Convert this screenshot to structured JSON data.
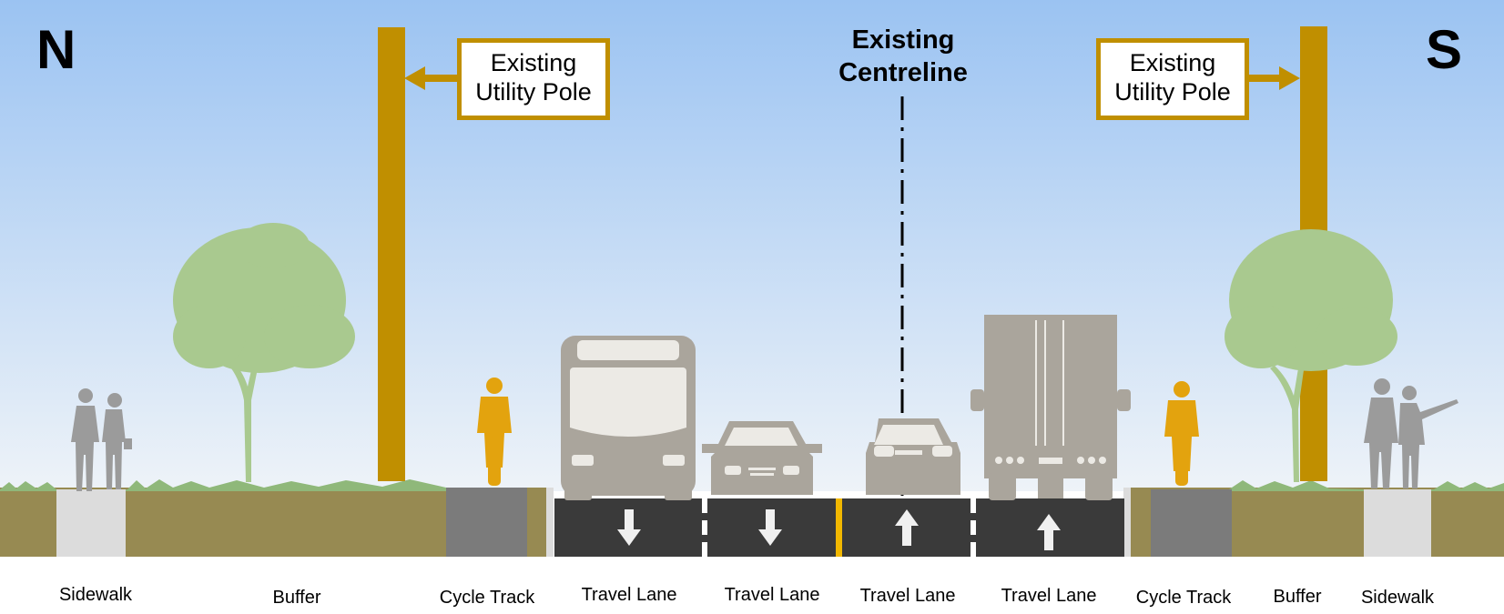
{
  "directions": {
    "north": "N",
    "south": "S"
  },
  "callouts": {
    "left_pole": [
      "Existing",
      "Utility Pole"
    ],
    "right_pole": [
      "Existing",
      "Utility Pole"
    ],
    "centreline": [
      "Existing",
      "Centreline"
    ]
  },
  "segments": [
    {
      "label": "Sidewalk"
    },
    {
      "label": "Buffer"
    },
    {
      "label": "Cycle Track"
    },
    {
      "label": "Travel Lane",
      "direction": "down"
    },
    {
      "label": "Travel Lane",
      "direction": "down"
    },
    {
      "label": "Travel Lane",
      "direction": "up"
    },
    {
      "label": "Travel Lane",
      "direction": "up"
    },
    {
      "label": "Cycle Track"
    },
    {
      "label": "Buffer"
    },
    {
      "label": "Sidewalk"
    }
  ],
  "colors": {
    "sky_top": "#9bc3f2",
    "sky_bottom": "#eef3f8",
    "ground": "#978a52",
    "grass": "#8fb87a",
    "sidewalk": "#dcdcdc",
    "cycle_track": "#7b7b7b",
    "asphalt": "#3a3a3a",
    "yellow_line": "#f2b800",
    "pole": "#c08f00",
    "vehicle": "#aaa59c",
    "cyclist": "#e3a30e",
    "tree": "#a9c98f",
    "pedestrian": "#9b9b9b"
  },
  "icons": [
    "pedestrian-icon",
    "tree-icon",
    "utility-pole-icon",
    "cyclist-icon",
    "bus-icon",
    "car-icon",
    "truck-icon",
    "lane-arrow-icon"
  ]
}
